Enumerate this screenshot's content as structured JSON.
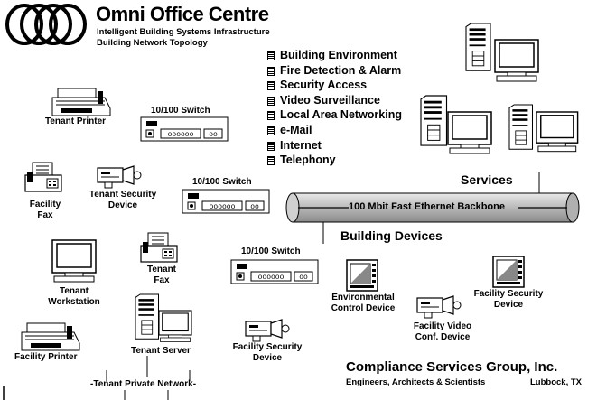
{
  "header": {
    "title": "Omni Office Centre",
    "subtitle1": "Intelligent Building Systems Infrastructure",
    "subtitle2": "Building Network Topology"
  },
  "services_list": [
    "Building Environment",
    "Fire Detection & Alarm",
    "Security Access",
    "Video Surveillance",
    "Local Area Networking",
    "e-Mail",
    "Internet",
    "Telephony"
  ],
  "labels": {
    "services": "Services",
    "backbone": "100 Mbit Fast Ethernet Backbone",
    "building_devices": "Building Devices",
    "switch": "10/100 Switch",
    "tenant_printer": "Tenant Printer",
    "facility_fax": [
      "Facility",
      "Fax"
    ],
    "tenant_security_device": [
      "Tenant Security",
      "Device"
    ],
    "tenant_fax": [
      "Tenant",
      "Fax"
    ],
    "tenant_workstation": [
      "Tenant",
      "Workstation"
    ],
    "environmental_control_device": [
      "Environmental",
      "Control Device"
    ],
    "facility_security_device_right": [
      "Facility Security",
      "Device"
    ],
    "facility_video_conf_device": [
      "Facility Video",
      "Conf. Device"
    ],
    "tenant_server": "Tenant Server",
    "facility_security_device_center": [
      "Facility Security",
      "Device"
    ],
    "facility_printer": "Facility Printer",
    "tenant_private_network": "-Tenant Private Network-"
  },
  "footer": {
    "company": "Compliance Services Group, Inc.",
    "tagline": "Engineers, Architects & Scientists",
    "location": "Lubbock, TX"
  }
}
